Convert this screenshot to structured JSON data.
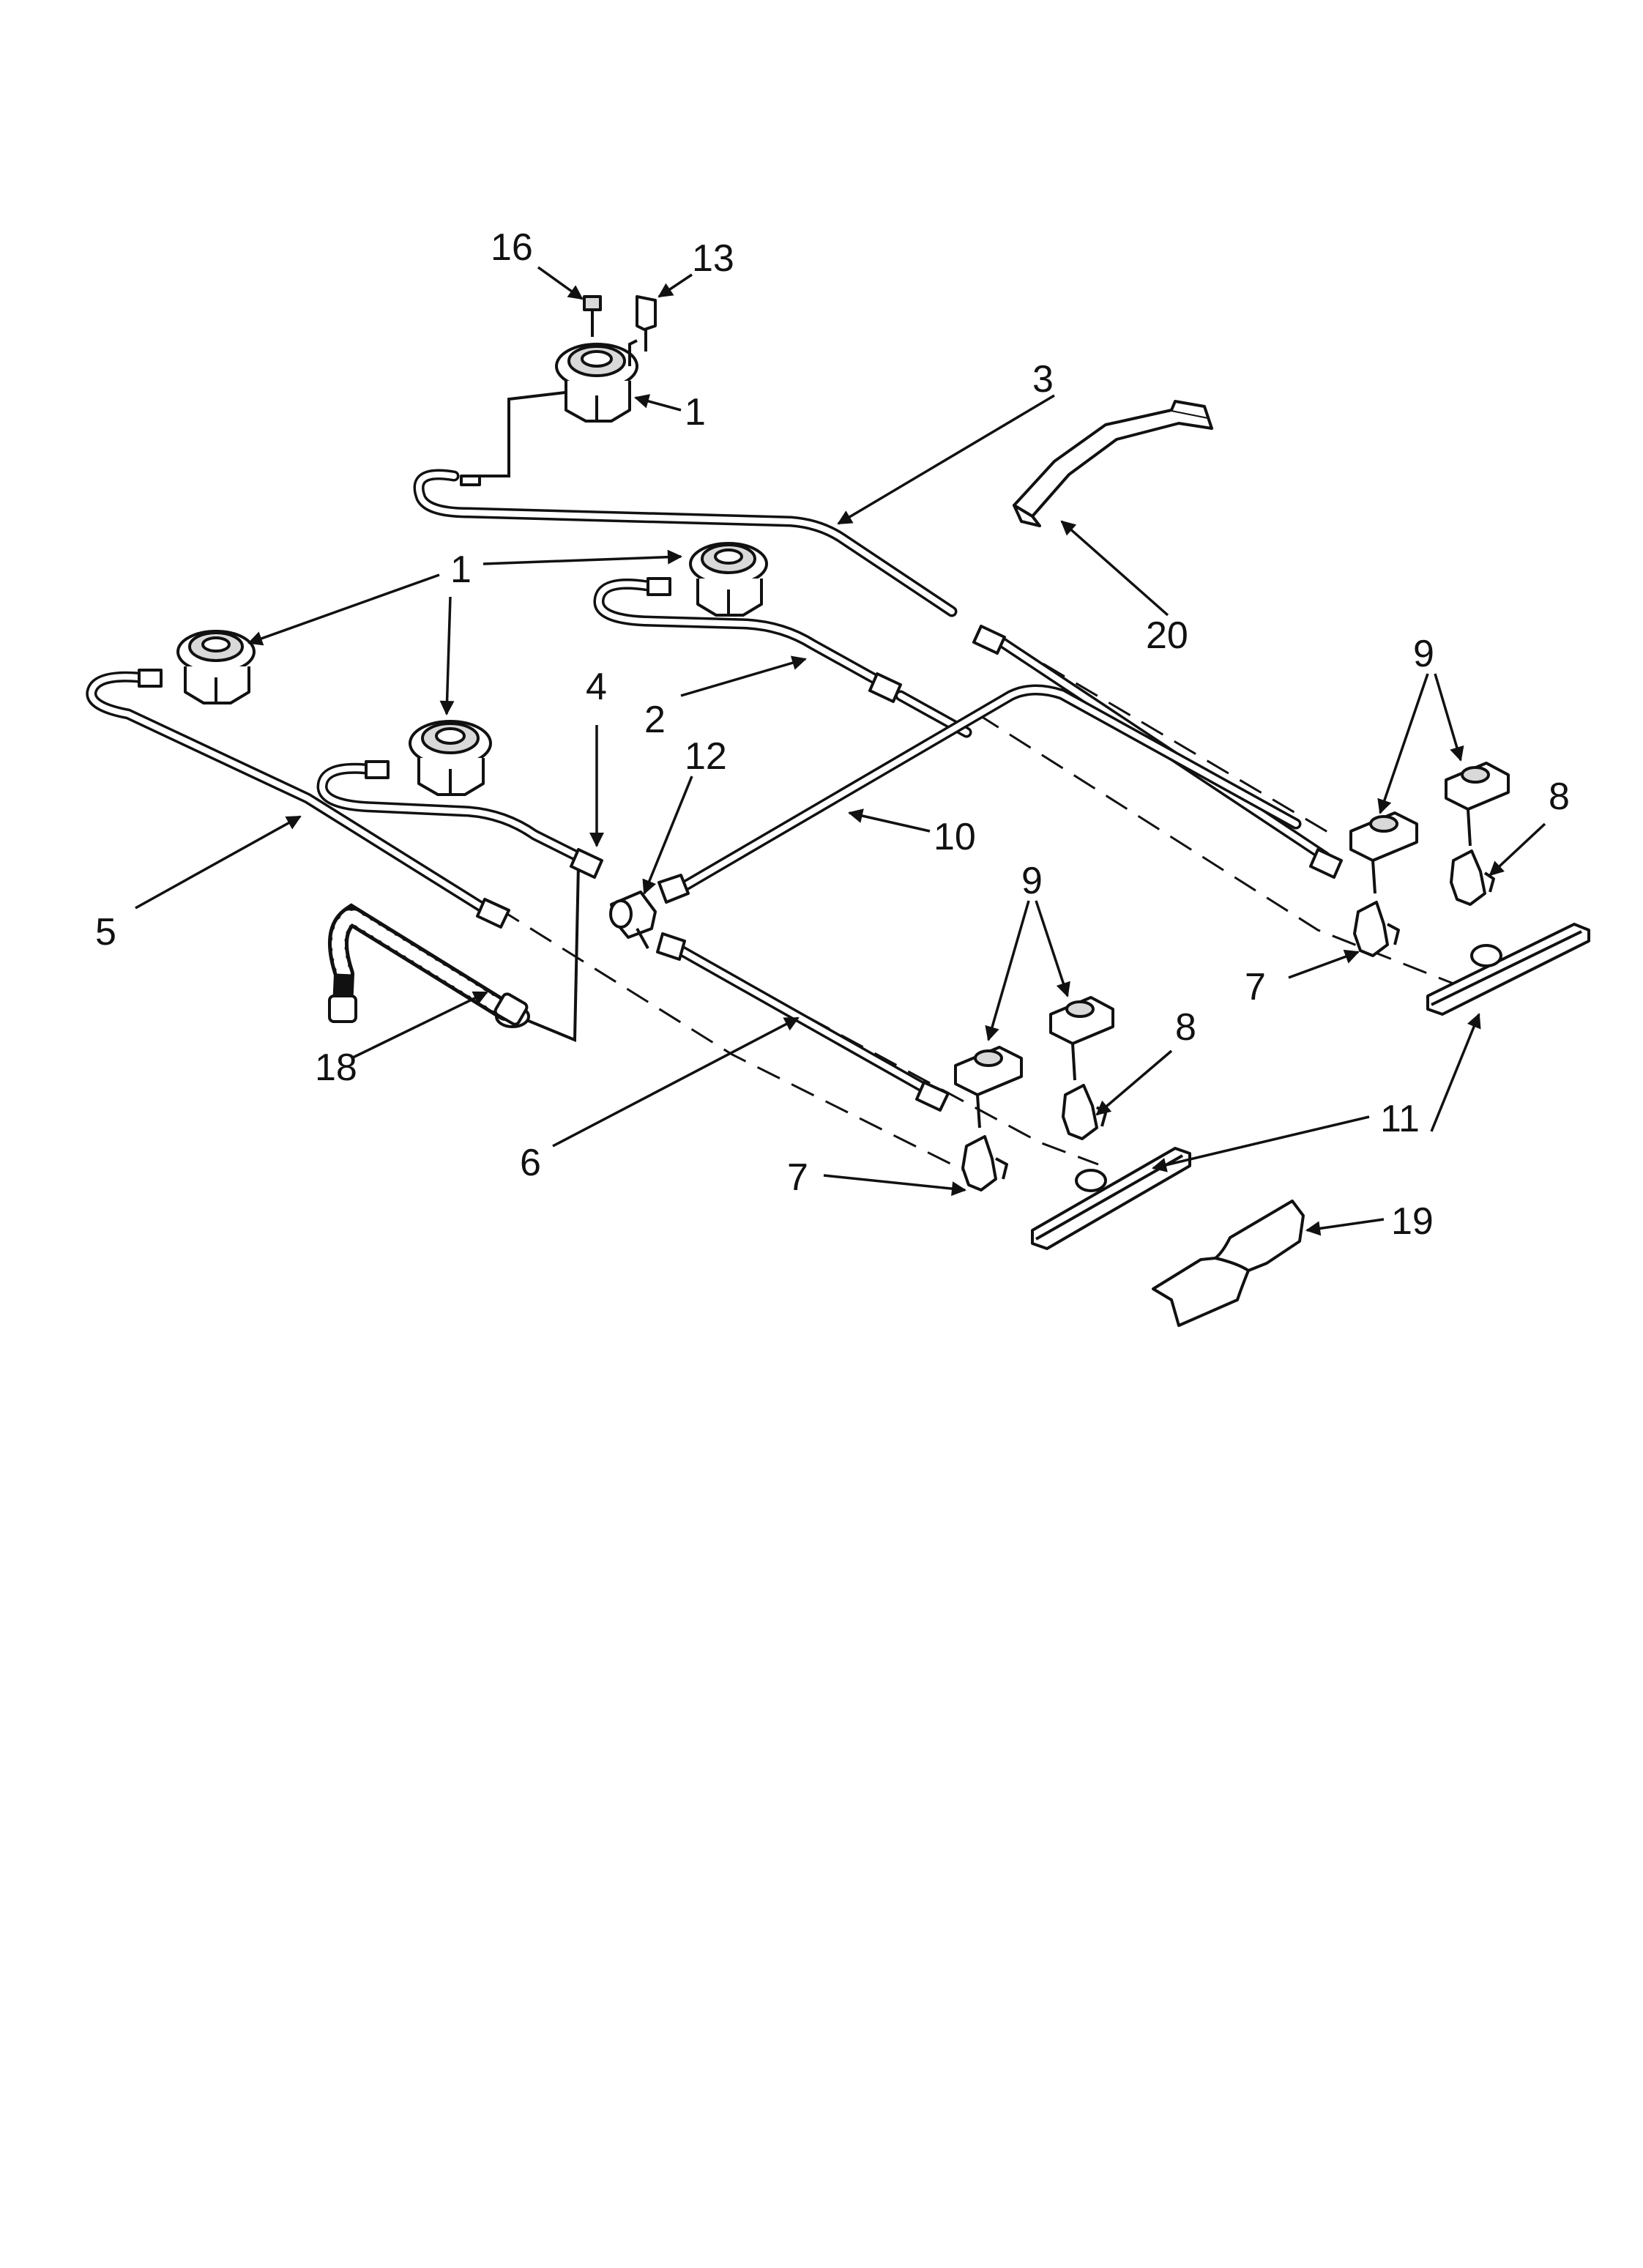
{
  "callouts": {
    "c16": "16",
    "c13": "13",
    "c1a": "1",
    "c3": "3",
    "c1b": "1",
    "c20": "20",
    "c9a": "9",
    "c8a": "8",
    "c2": "2",
    "c4": "4",
    "c12": "12",
    "c10": "10",
    "c5": "5",
    "c9b": "9",
    "c7a": "7",
    "c8b": "8",
    "c18": "18",
    "c6": "6",
    "c11": "11",
    "c7b": "7",
    "c19": "19"
  }
}
